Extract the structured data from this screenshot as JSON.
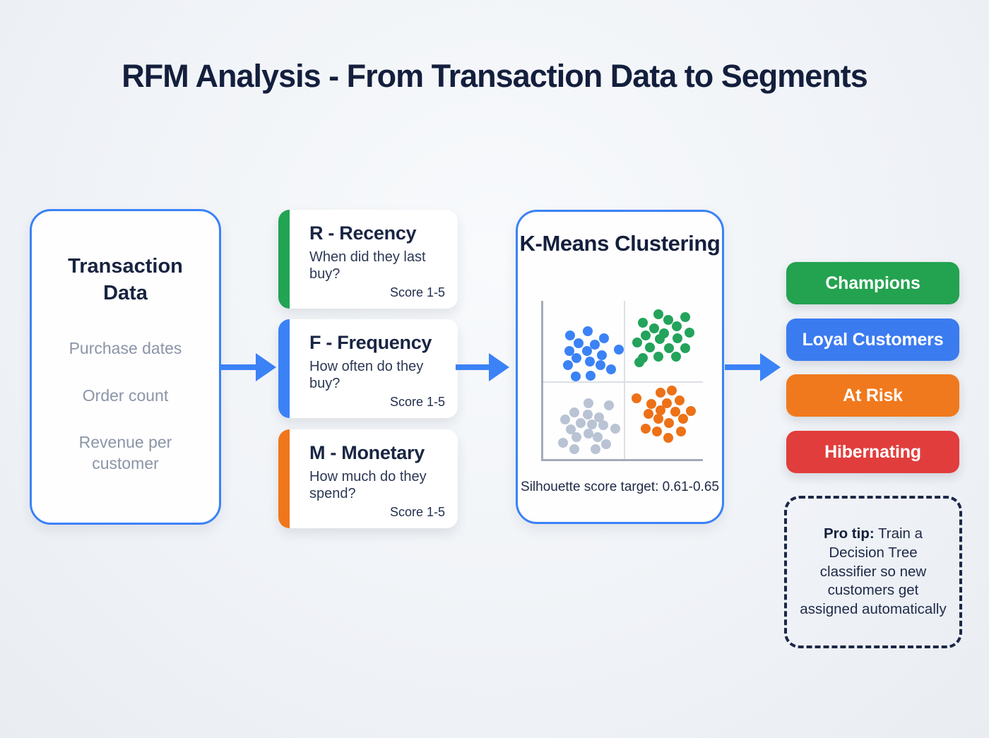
{
  "title": "RFM Analysis - From Transaction Data to Segments",
  "colors": {
    "arrow_blue": "#3b82f6",
    "box_border_blue": "#3b82f6",
    "navy_text": "#141f3d",
    "gray_text": "#8b95a7"
  },
  "transaction_box": {
    "title": "Transaction Data",
    "items": [
      "Purchase dates",
      "Order count",
      "Revenue per customer"
    ]
  },
  "rfm_cards": [
    {
      "title": "R - Recency",
      "question": "When did they last buy?",
      "score": "Score 1-5",
      "accent": "#21a453"
    },
    {
      "title": "F - Frequency",
      "question": "How often do they buy?",
      "score": "Score 1-5",
      "accent": "#3b82f6"
    },
    {
      "title": "M - Monetary",
      "question": "How much do they spend?",
      "score": "Score 1-5",
      "accent": "#f0761b"
    }
  ],
  "kmeans_box": {
    "title": "K-Means Clustering",
    "caption": "Silhouette score target: 0.61-0.65",
    "chart_data": {
      "type": "scatter",
      "plot_size": [
        229,
        227
      ],
      "quadrant_divider": [
        114,
        114
      ],
      "clusters": [
        {
          "name": "blue",
          "color": "#3b82f6",
          "points": [
            [
              38,
              49
            ],
            [
              63,
              43
            ],
            [
              86,
              53
            ],
            [
              50,
              60
            ],
            [
              73,
              62
            ],
            [
              37,
              71
            ],
            [
              62,
              71
            ],
            [
              107,
              69
            ],
            [
              47,
              81
            ],
            [
              83,
              77
            ],
            [
              35,
              91
            ],
            [
              66,
              86
            ],
            [
              81,
              91
            ],
            [
              96,
              97
            ],
            [
              46,
              107
            ],
            [
              67,
              106
            ]
          ]
        },
        {
          "name": "green",
          "color": "#23a35b",
          "points": [
            [
              163,
              19
            ],
            [
              201,
              23
            ],
            [
              141,
              31
            ],
            [
              177,
              27
            ],
            [
              157,
              39
            ],
            [
              189,
              36
            ],
            [
              145,
              49
            ],
            [
              171,
              46
            ],
            [
              207,
              45
            ],
            [
              133,
              59
            ],
            [
              165,
              54
            ],
            [
              190,
              53
            ],
            [
              151,
              66
            ],
            [
              178,
              67
            ],
            [
              201,
              67
            ],
            [
              141,
              81
            ],
            [
              163,
              79
            ],
            [
              188,
              79
            ],
            [
              136,
              87
            ]
          ]
        },
        {
          "name": "gray",
          "color": "#b9c3d3",
          "points": [
            [
              64,
              145
            ],
            [
              93,
              148
            ],
            [
              44,
              158
            ],
            [
              63,
              161
            ],
            [
              31,
              168
            ],
            [
              79,
              165
            ],
            [
              53,
              173
            ],
            [
              69,
              175
            ],
            [
              39,
              182
            ],
            [
              85,
              176
            ],
            [
              102,
              181
            ],
            [
              47,
              193
            ],
            [
              64,
              188
            ],
            [
              77,
              193
            ],
            [
              28,
              201
            ],
            [
              44,
              210
            ],
            [
              74,
              210
            ],
            [
              89,
              203
            ]
          ]
        },
        {
          "name": "orange",
          "color": "#ed7117",
          "points": [
            [
              166,
              130
            ],
            [
              182,
              127
            ],
            [
              132,
              138
            ],
            [
              153,
              146
            ],
            [
              193,
              141
            ],
            [
              175,
              145
            ],
            [
              166,
              155
            ],
            [
              187,
              157
            ],
            [
              209,
              156
            ],
            [
              149,
              160
            ],
            [
              163,
              167
            ],
            [
              198,
              167
            ],
            [
              178,
              173
            ],
            [
              145,
              181
            ],
            [
              161,
              185
            ],
            [
              195,
              185
            ],
            [
              177,
              194
            ]
          ]
        }
      ]
    }
  },
  "segments": [
    {
      "label": "Champions",
      "color": "#23a24f"
    },
    {
      "label": "Loyal Customers",
      "color": "#3b7bf0"
    },
    {
      "label": "At Risk",
      "color": "#f0791d"
    },
    {
      "label": "Hibernating",
      "color": "#e13d3d"
    }
  ],
  "pro_tip": {
    "label": "Pro tip:",
    "text": " Train a Decision Tree classifier so new customers get assigned automatically"
  }
}
